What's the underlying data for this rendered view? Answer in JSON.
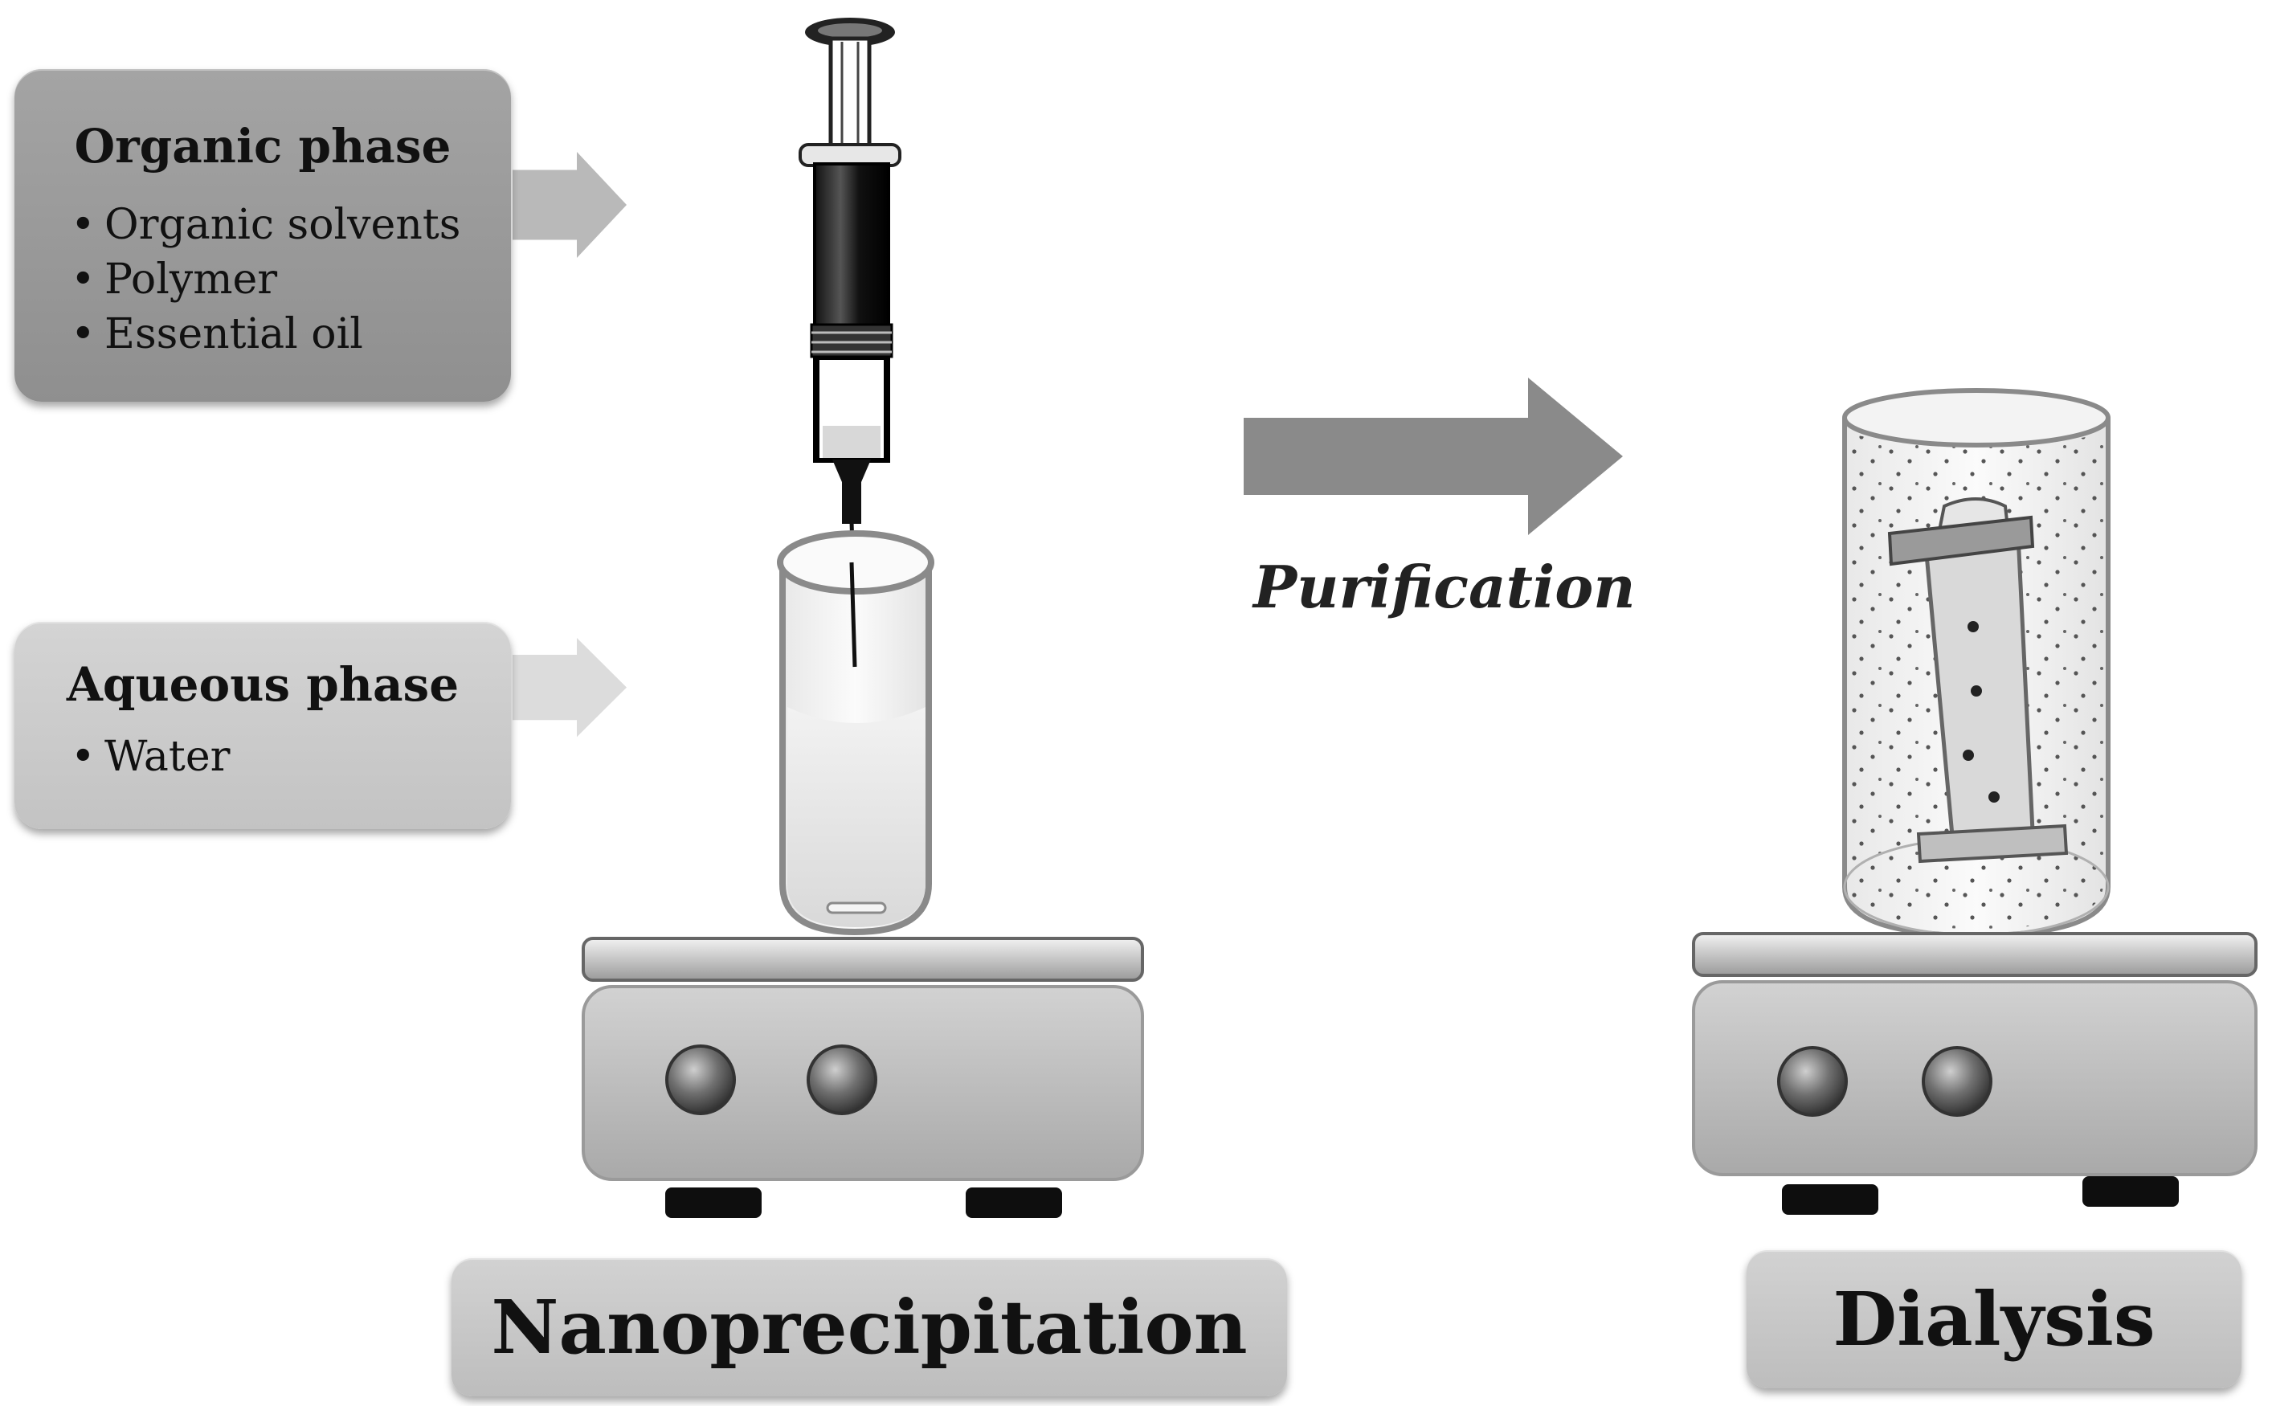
{
  "organic_phase": {
    "title": "Organic phase",
    "bullet": "•",
    "items": [
      "Organic solvents",
      "Polymer",
      "Essential oil"
    ]
  },
  "aqueous_phase": {
    "title": "Aqueous phase",
    "bullet": "•",
    "items": [
      "Water"
    ]
  },
  "step_labels": {
    "purification": "Purification",
    "nanoprecipitation": "Nanoprecipitation",
    "dialysis": "Dialysis"
  },
  "colors": {
    "organic_box": "#9a9a9a",
    "aqueous_box": "#cacaca",
    "label_box": "#c8c8c8",
    "arrow_dark": "#8a8a8a",
    "syringe_barrel": "#1a1a1a",
    "stirrer_body": "#bdbdbd"
  }
}
